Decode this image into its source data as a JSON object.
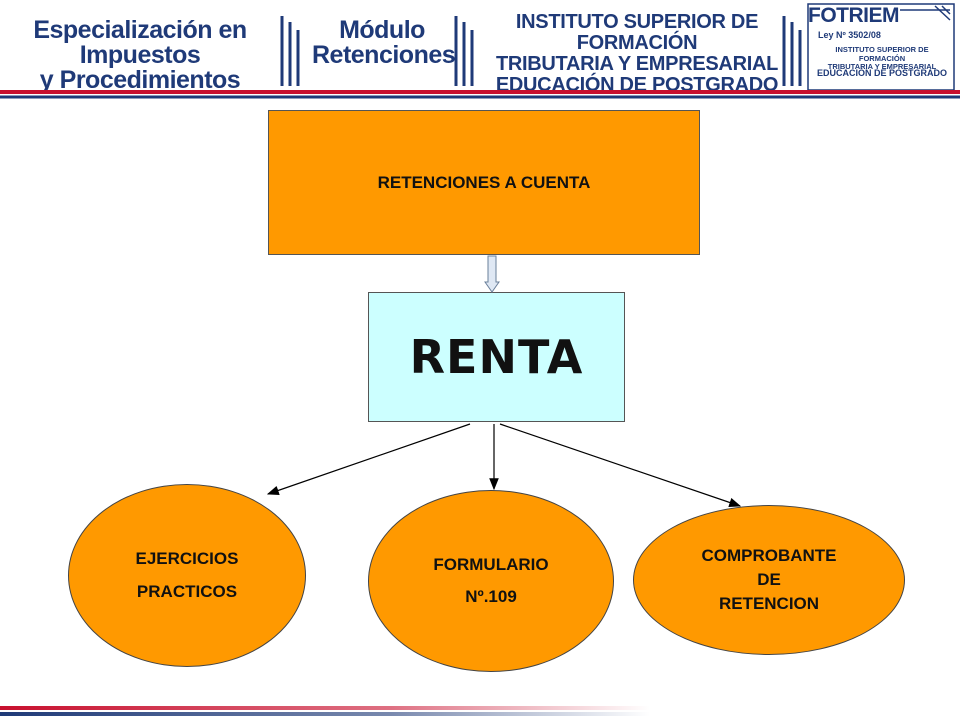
{
  "header": {
    "program_line1": "Especialización en Impuestos",
    "program_line2": "y Procedimientos",
    "module_line1": "Módulo",
    "module_line2": "Retenciones",
    "institute_line1": "INSTITUTO SUPERIOR DE FORMACIÓN",
    "institute_line2": "TRIBUTARIA Y EMPRESARIAL",
    "institute_line3": "EDUCACIÓN DE POSTGRADO",
    "logo": {
      "title": "FOTRIEM",
      "law": "Ley Nº 3502/08",
      "inst_line1": "INSTITUTO SUPERIOR DE FORMACIÓN",
      "inst_line2": "TRIBUTARIA Y EMPRESARIAL",
      "edu": "EDUCACIÓN DE POSTGRADO"
    }
  },
  "diagram": {
    "top_box": "RETENCIONES A CUENTA",
    "center_box": "RENTA",
    "node_left": {
      "line1": "EJERCICIOS",
      "line2": "PRACTICOS"
    },
    "node_center": {
      "line1": "FORMULARIO",
      "line2": "Nº.109"
    },
    "node_right": {
      "line1": "COMPROBANTE",
      "line2": "DE",
      "line3": "RETENCION"
    }
  },
  "colors": {
    "brand_blue": "#1f3a78",
    "accent_red": "#c8102e",
    "box_orange": "#ff9900",
    "box_cyan": "#ccffff"
  }
}
